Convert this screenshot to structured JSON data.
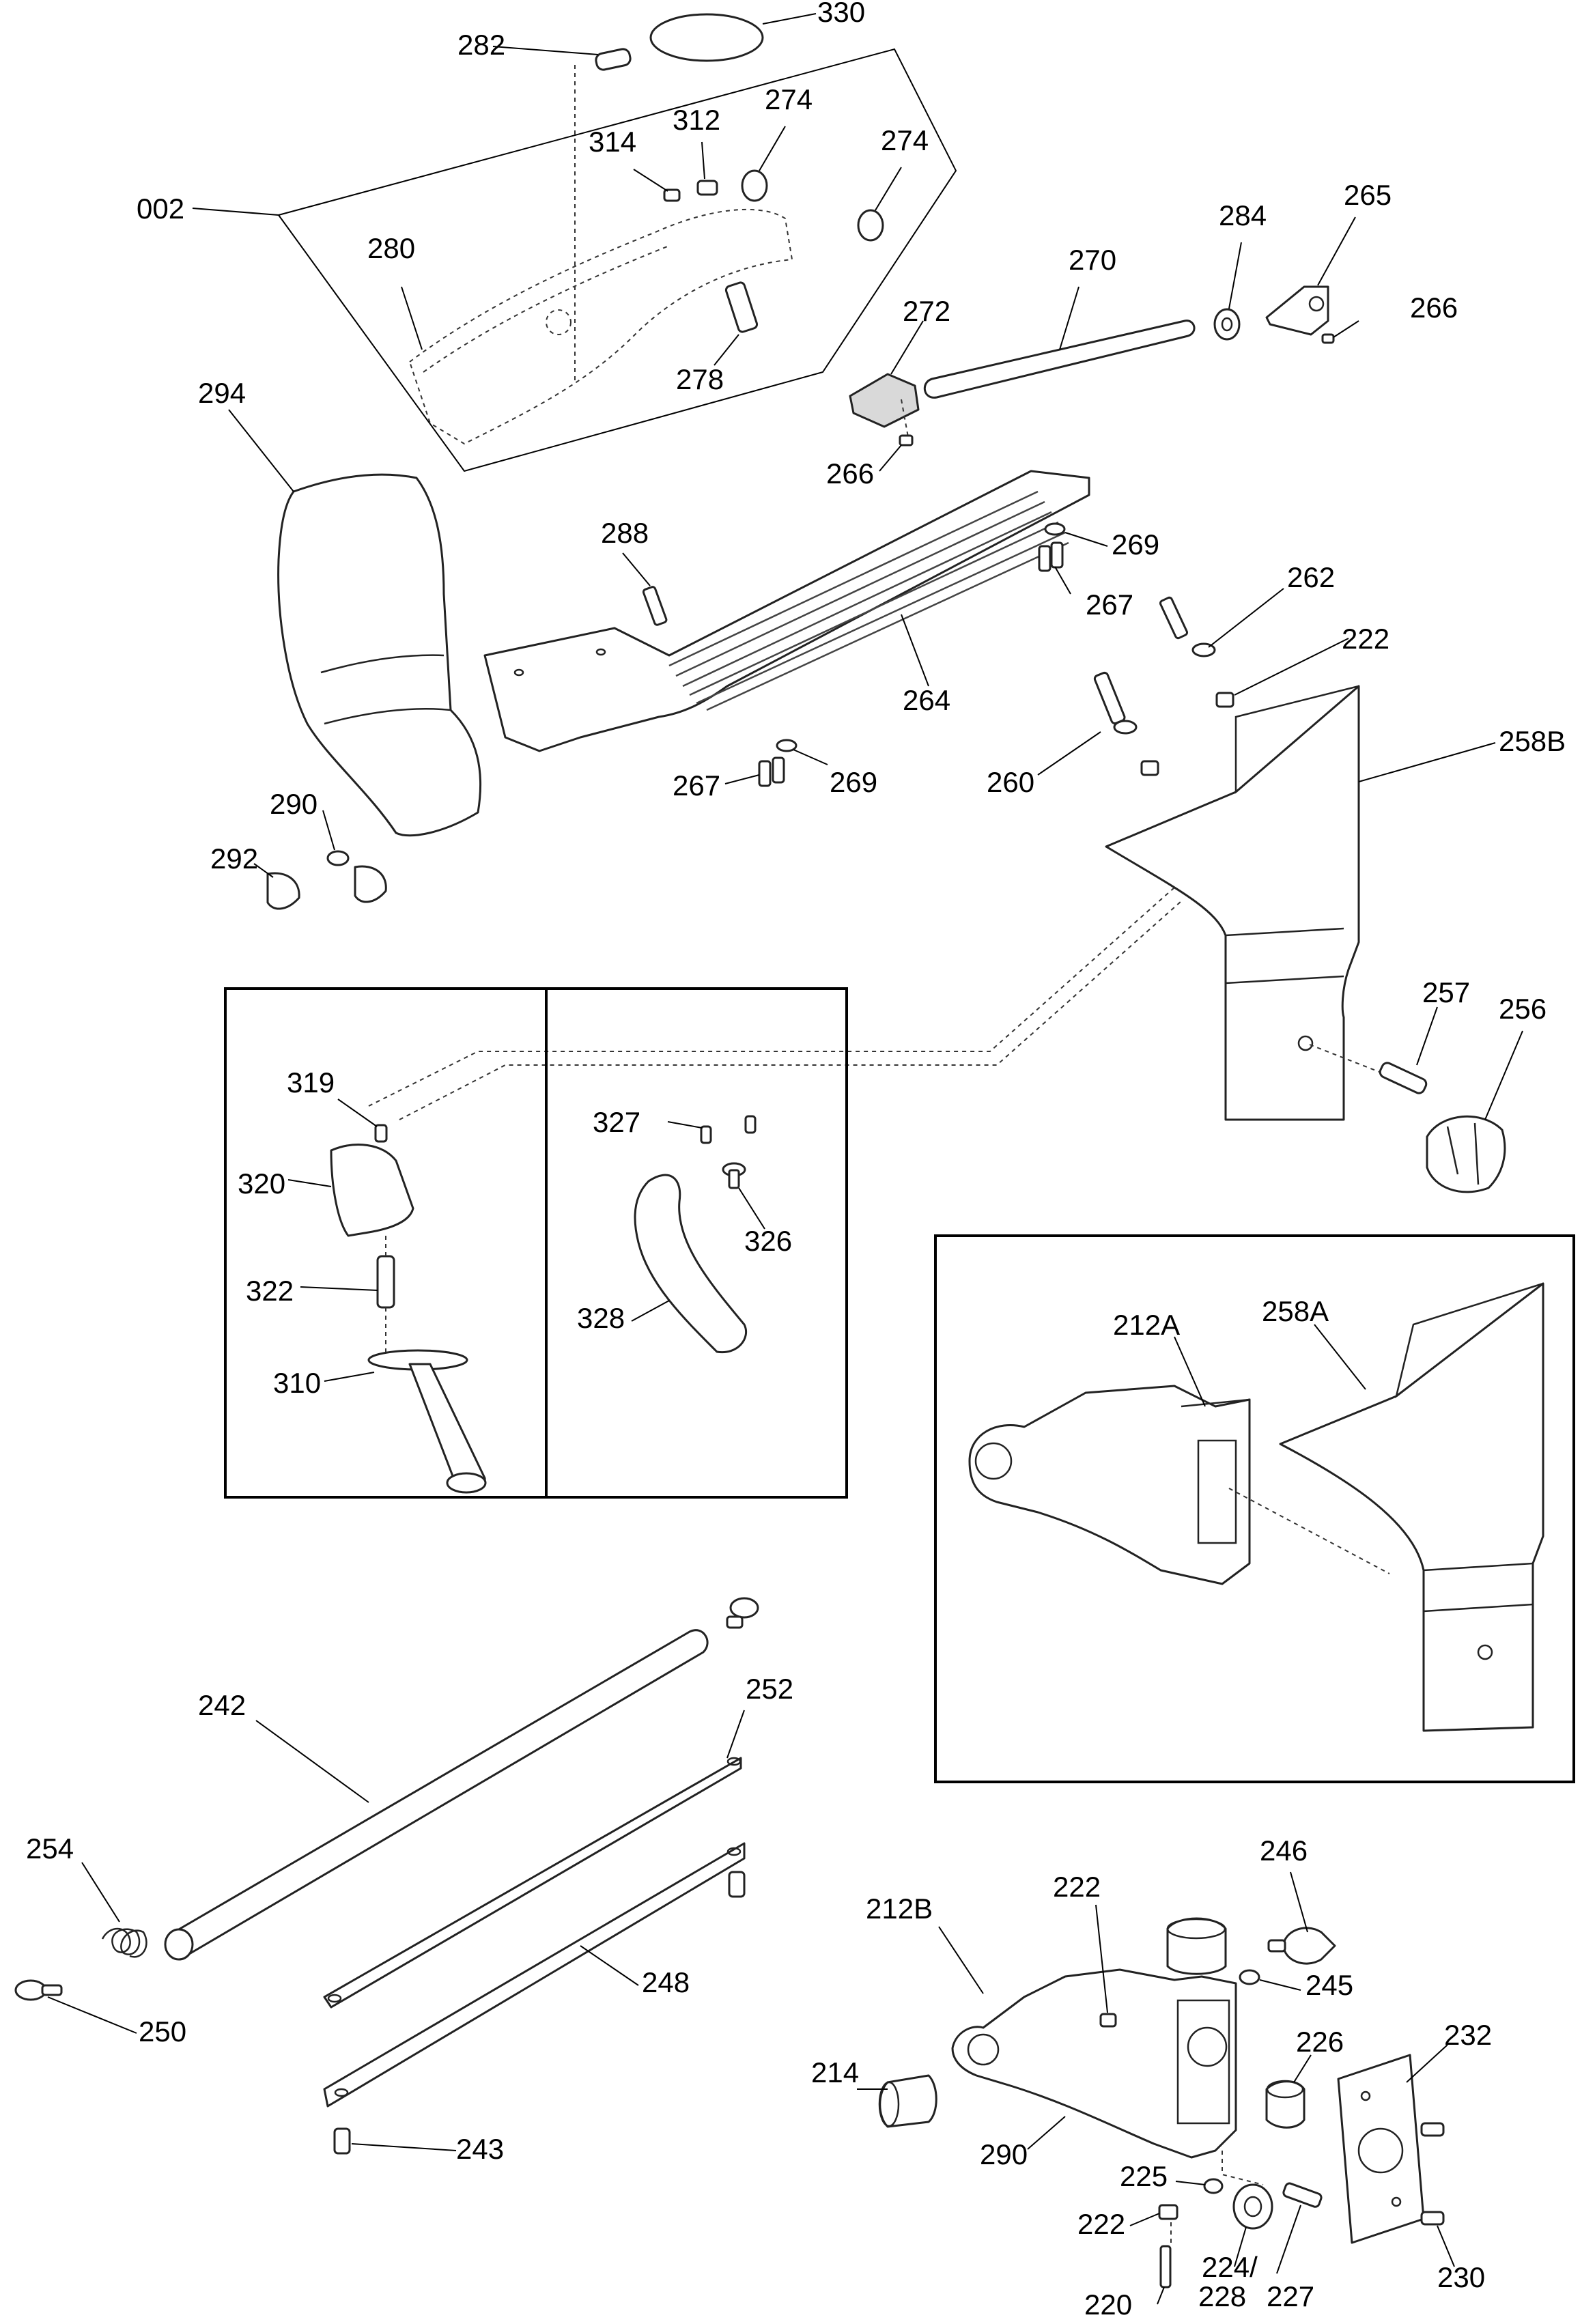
{
  "diagram": {
    "callouts": {
      "c330": "330",
      "c282": "282",
      "c314": "314",
      "c312": "312",
      "c274a": "274",
      "c274b": "274",
      "c002": "002",
      "c280": "280",
      "c278": "278",
      "c284": "284",
      "c265": "265",
      "c270": "270",
      "c272": "272",
      "c266a": "266",
      "c266b": "266",
      "c294": "294",
      "c288": "288",
      "c269a": "269",
      "c267a": "267",
      "c262": "262",
      "c222a": "222",
      "c264": "264",
      "c260": "260",
      "c258b": "258B",
      "c267b": "267",
      "c269b": "269",
      "c290a": "290",
      "c292": "292",
      "c319": "319",
      "c320": "320",
      "c322": "322",
      "c310": "310",
      "c327": "327",
      "c326": "326",
      "c328": "328",
      "c257": "257",
      "c256": "256",
      "c212a": "212A",
      "c258a": "258A",
      "c242": "242",
      "c252": "252",
      "c254": "254",
      "c248": "248",
      "c250": "250",
      "c243": "243",
      "c246": "246",
      "c222b": "222",
      "c212b": "212B",
      "c245": "245",
      "c214": "214",
      "c226": "226",
      "c232": "232",
      "c290b": "290",
      "c225": "225",
      "c222c": "222",
      "c224": "224/",
      "c228": "228",
      "c227": "227",
      "c220": "220",
      "c230": "230"
    }
  }
}
